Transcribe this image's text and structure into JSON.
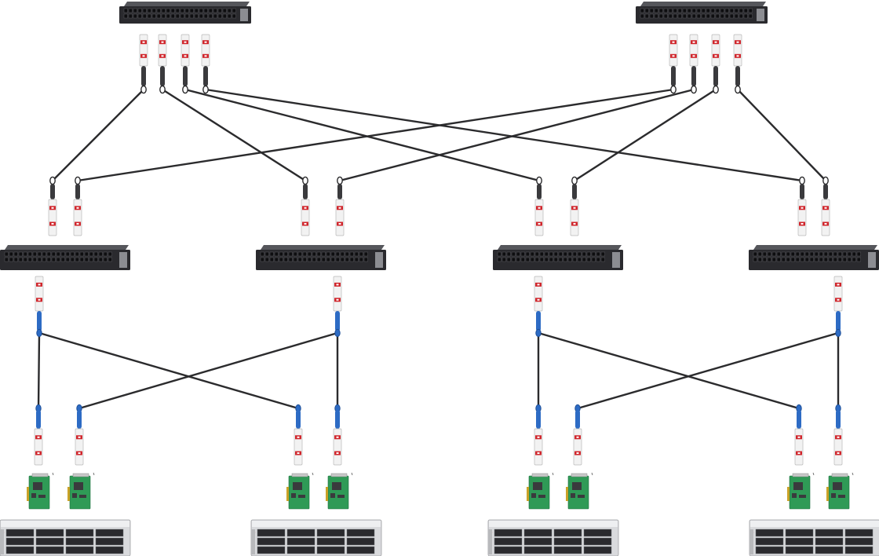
{
  "colors": {
    "transceiver_label": "#d0262c",
    "cable": "#2b2b2d",
    "cable_boot_blue": "#2d6bc4",
    "nic_board": "#2f9a56",
    "switch_body": "#2a2a2e"
  },
  "nodes": {
    "spine_switches": [
      {
        "id": "spine-switch-1",
        "kind": "switch"
      },
      {
        "id": "spine-switch-2",
        "kind": "switch"
      }
    ],
    "leaf_switches": [
      {
        "id": "leaf-switch-1",
        "kind": "switch"
      },
      {
        "id": "leaf-switch-2",
        "kind": "switch"
      },
      {
        "id": "leaf-switch-3",
        "kind": "switch"
      },
      {
        "id": "leaf-switch-4",
        "kind": "switch"
      }
    ],
    "servers": [
      {
        "id": "server-1",
        "kind": "storage-server",
        "nics": 2
      },
      {
        "id": "server-2",
        "kind": "storage-server",
        "nics": 2
      },
      {
        "id": "server-3",
        "kind": "storage-server",
        "nics": 2
      },
      {
        "id": "server-4",
        "kind": "storage-server",
        "nics": 2
      }
    ]
  },
  "links": {
    "spine_to_leaf": [
      {
        "from": "spine-switch-1",
        "to": "leaf-switch-1"
      },
      {
        "from": "spine-switch-1",
        "to": "leaf-switch-2"
      },
      {
        "from": "spine-switch-1",
        "to": "leaf-switch-3"
      },
      {
        "from": "spine-switch-1",
        "to": "leaf-switch-4"
      },
      {
        "from": "spine-switch-2",
        "to": "leaf-switch-1"
      },
      {
        "from": "spine-switch-2",
        "to": "leaf-switch-2"
      },
      {
        "from": "spine-switch-2",
        "to": "leaf-switch-3"
      },
      {
        "from": "spine-switch-2",
        "to": "leaf-switch-4"
      }
    ],
    "leaf_to_server": [
      {
        "from": "leaf-switch-1",
        "to": "server-1"
      },
      {
        "from": "leaf-switch-1",
        "to": "server-2"
      },
      {
        "from": "leaf-switch-2",
        "to": "server-1"
      },
      {
        "from": "leaf-switch-2",
        "to": "server-2"
      },
      {
        "from": "leaf-switch-3",
        "to": "server-3"
      },
      {
        "from": "leaf-switch-3",
        "to": "server-4"
      },
      {
        "from": "leaf-switch-4",
        "to": "server-3"
      },
      {
        "from": "leaf-switch-4",
        "to": "server-4"
      }
    ]
  }
}
